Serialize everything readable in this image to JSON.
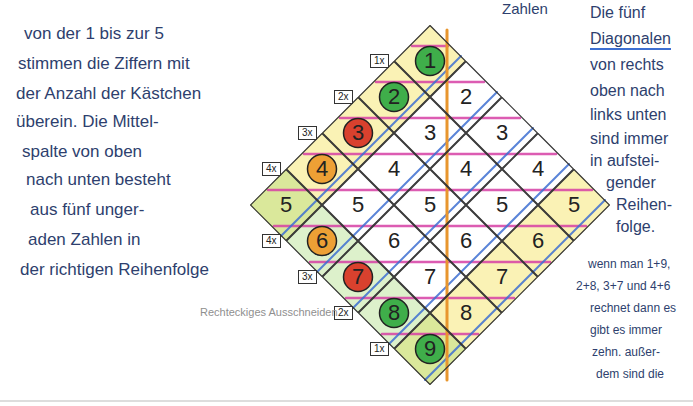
{
  "diagram": {
    "nodes": [
      {
        "text": [
          "1"
        ]
      },
      {
        "text": [
          "2"
        ]
      },
      {
        "text": [
          "2"
        ]
      },
      {
        "text": [
          "3"
        ]
      },
      {
        "text": [
          "3"
        ]
      },
      {
        "text": [
          "3"
        ]
      },
      {
        "text": [
          "4"
        ]
      },
      {
        "text": [
          "4"
        ]
      },
      {
        "text": [
          "4"
        ]
      },
      {
        "text": [
          "4"
        ]
      },
      {
        "text": [
          "5"
        ]
      },
      {
        "text": [
          "5"
        ]
      },
      {
        "text": [
          "5"
        ]
      },
      {
        "text": [
          "5"
        ]
      },
      {
        "text": [
          "5"
        ]
      },
      {
        "text": [
          "6"
        ]
      },
      {
        "text": [
          "6"
        ]
      },
      {
        "text": [
          "6"
        ]
      },
      {
        "text": [
          "6"
        ]
      },
      {
        "text": [
          "7"
        ]
      },
      {
        "text": [
          "7"
        ]
      },
      {
        "text": [
          "7"
        ]
      },
      {
        "text": [
          "8"
        ]
      },
      {
        "text": [
          "8"
        ]
      },
      {
        "text": [
          "9"
        ]
      },
      {
        "text": [
          "1x"
        ]
      },
      {
        "text": [
          "2x"
        ]
      },
      {
        "text": [
          "3x"
        ]
      },
      {
        "text": [
          "4x"
        ]
      },
      {
        "text": [
          "4x"
        ]
      },
      {
        "text": [
          "3x"
        ]
      },
      {
        "text": [
          "2x"
        ]
      },
      {
        "text": [
          "1x"
        ]
      }
    ],
    "labels": [
      "von der 1 bis zur 5",
      "stimmen die Ziffern mit",
      "der Anzahl der Kästchen",
      "überein. Die Mittel-",
      "spalte von oben",
      "nach unten besteht",
      "aus fünf unger-",
      "aden Zahlen in",
      "der richtigen Reihenfolge",
      "Zahlen",
      "Die fünf",
      "Diagonalen",
      "von rechts",
      "oben nach",
      "links unten",
      "sind immer",
      "in aufstei-",
      "gender",
      "Reihen-",
      "folge.",
      "wenn man 1+9,",
      "2+8, 3+7 und 4+6",
      "rechnet dann es",
      "gibt es immer",
      "zehn. außer-",
      "dem sind die",
      "Rechteckiges Ausschneiden"
    ]
  }
}
